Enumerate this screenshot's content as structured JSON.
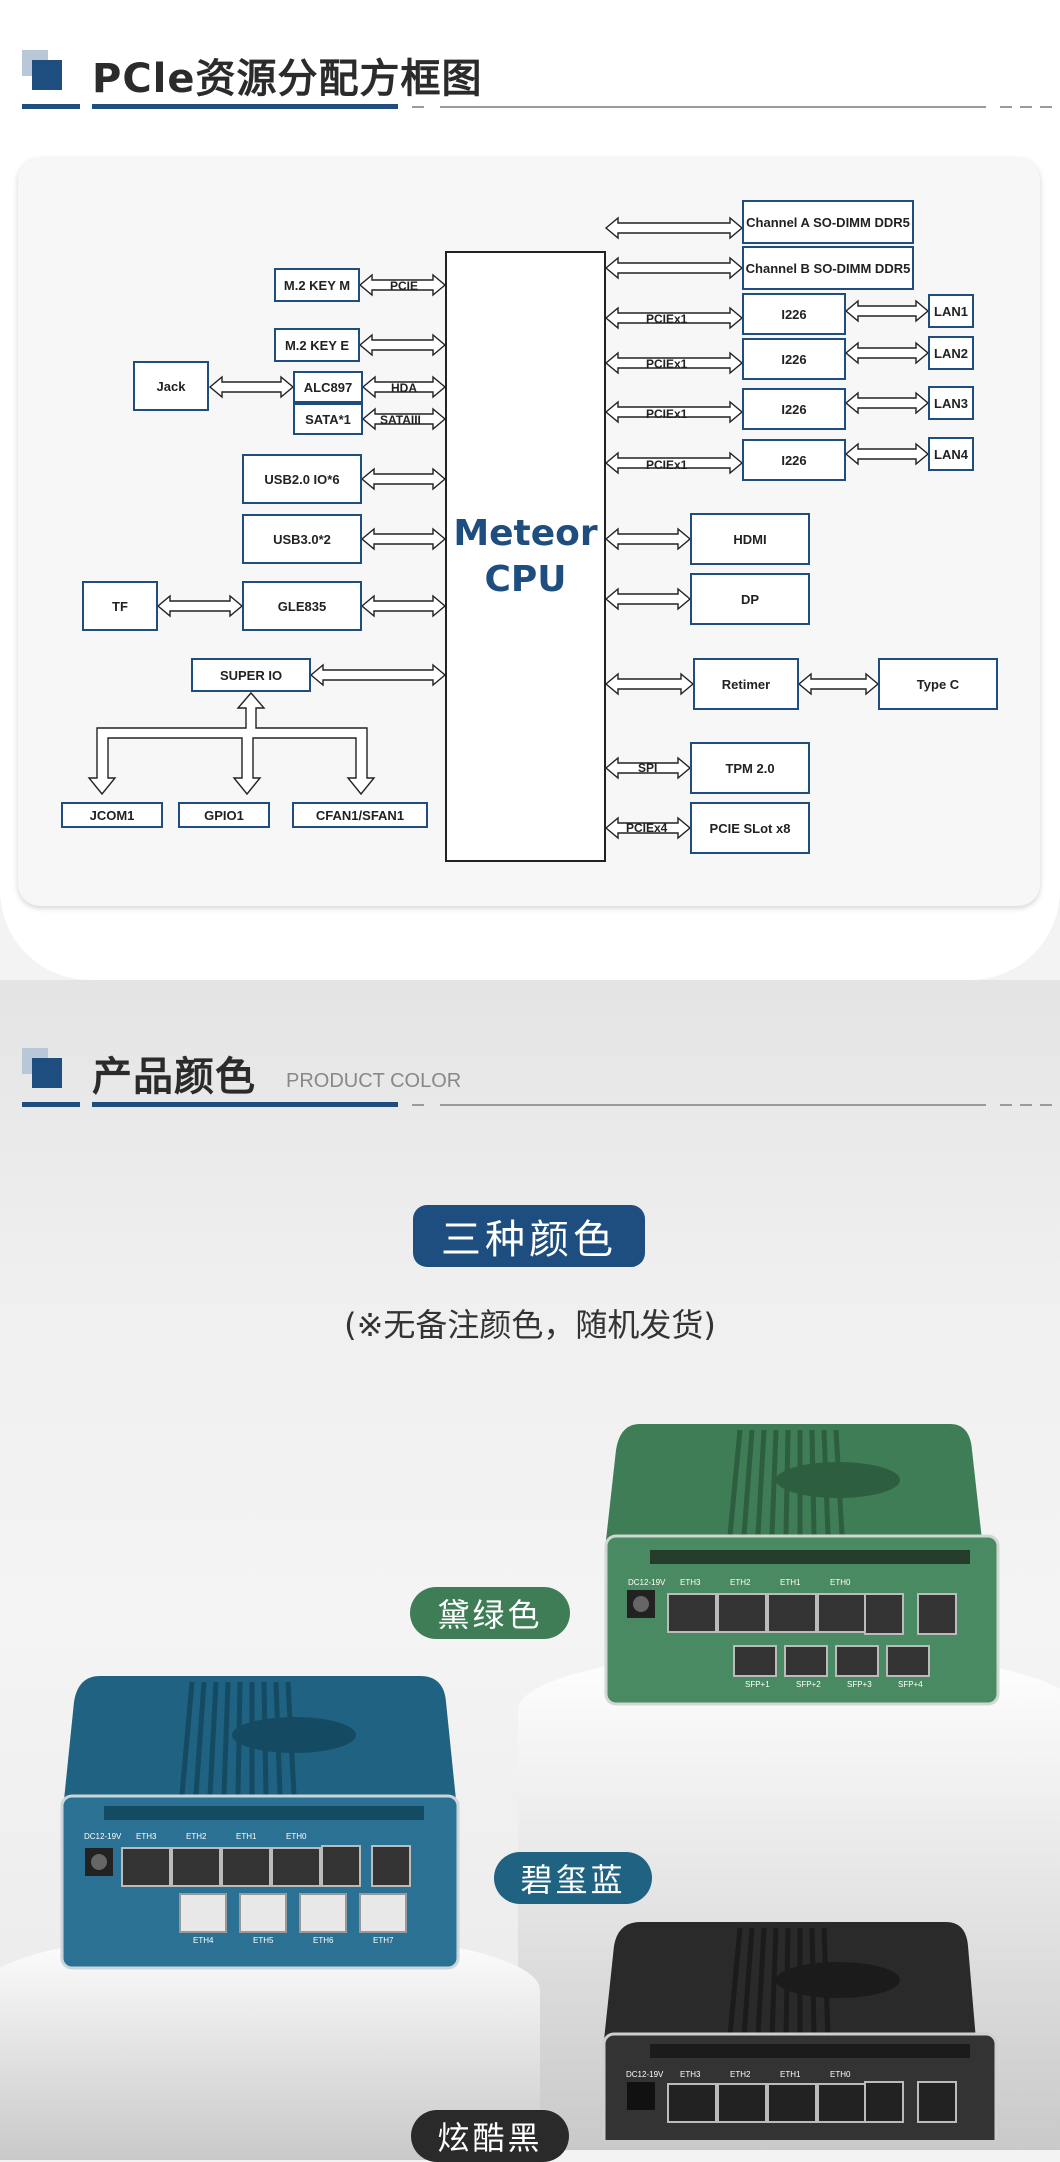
{
  "section1": {
    "title": "PCle资源分配方框图"
  },
  "section2": {
    "title": "产品颜色",
    "subtitle": "PRODUCT COLOR"
  },
  "cpu": {
    "line1": "Meteor",
    "line2": "CPU"
  },
  "left_boxes": {
    "m2_key_m": "M.2 KEY M",
    "m2_key_e": "M.2 KEY E",
    "jack": "Jack",
    "alc897": "ALC897",
    "sata1": "SATA*1",
    "usb20": "USB2.0 IO*6",
    "usb30": "USB3.0*2",
    "tf": "TF",
    "gle835": "GLE835",
    "super_io": "SUPER IO",
    "jcom1": "JCOM1",
    "gpio1": "GPIO1",
    "cfan": "CFAN1/SFAN1"
  },
  "left_labels": {
    "pcie": "PCIE",
    "hda": "HDA",
    "sataiii": "SATAIII"
  },
  "right_boxes": {
    "channel_a": "Channel A SO-DIMM DDR5",
    "channel_b": "Channel B SO-DIMM DDR5",
    "i226": [
      "I226",
      "I226",
      "I226",
      "I226"
    ],
    "lan": [
      "LAN1",
      "LAN2",
      "LAN3",
      "LAN4"
    ],
    "hdmi": "HDMI",
    "dp": "DP",
    "retimer": "Retimer",
    "typec": "Type C",
    "tpm": "TPM 2.0",
    "pcie_slot": "PCIE SLot x8"
  },
  "right_labels": {
    "pciex1": [
      "PCIEx1",
      "PCIEx1",
      "PCIEx1",
      "PCIEx1"
    ],
    "spi": "SPI",
    "pciex4": "PCIEx4"
  },
  "colors_section": {
    "heading": "三种颜色",
    "note": "(※无备注颜色，随机发货)",
    "green_label": "黛绿色",
    "blue_label": "碧玺蓝",
    "black_label": "炫酷黑"
  },
  "device_green": {
    "power": "DC12-19V",
    "eth": [
      "ETH3",
      "ETH2",
      "ETH1",
      "ETH0"
    ],
    "sfp": [
      "SFP+1",
      "SFP+2",
      "SFP+3",
      "SFP+4"
    ]
  },
  "device_blue": {
    "power": "DC12-19V",
    "eth_top": [
      "ETH3",
      "ETH2",
      "ETH1",
      "ETH0"
    ],
    "eth_bottom": [
      "ETH4",
      "ETH5",
      "ETH6",
      "ETH7"
    ]
  },
  "device_black": {
    "power": "DC12-19V",
    "eth": [
      "ETH3",
      "ETH2",
      "ETH1",
      "ETH0"
    ]
  },
  "accent_colors": {
    "navy": "#1d4e7f",
    "green": "#3f7d57",
    "teal": "#1f6282",
    "black": "#2a2a2a"
  }
}
